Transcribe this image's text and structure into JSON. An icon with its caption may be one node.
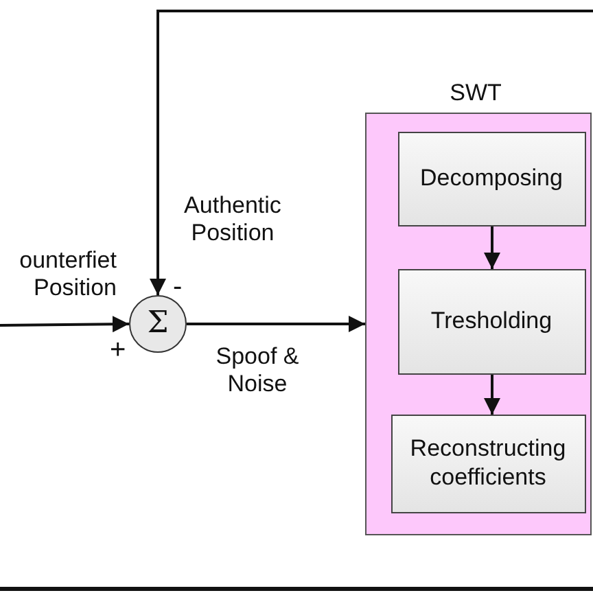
{
  "diagram": {
    "nodes": [
      {
        "text": [
          "SWT"
        ]
      },
      {
        "text": [
          "Decomposing"
        ],
        "in": 0
      },
      {
        "text": [
          "Tresholding"
        ],
        "in": 0
      },
      {
        "text": [
          "Reconstructing coefficients"
        ],
        "in": 0
      },
      {
        "text": [
          "Σ"
        ]
      }
    ],
    "edges": [
      {
        "from": null,
        "to": 4,
        "arrow": "to",
        "label": "ounterfiet Position"
      },
      {
        "from": null,
        "to": 4,
        "arrow": "to",
        "label": "Authentic Position"
      },
      {
        "from": 4,
        "to": 0,
        "arrow": "to",
        "label": "Spoof & Noise"
      },
      {
        "from": 1,
        "to": 2,
        "arrow": "to"
      },
      {
        "from": 2,
        "to": 3,
        "arrow": "to"
      }
    ],
    "labels": [
      "-",
      "+"
    ]
  }
}
